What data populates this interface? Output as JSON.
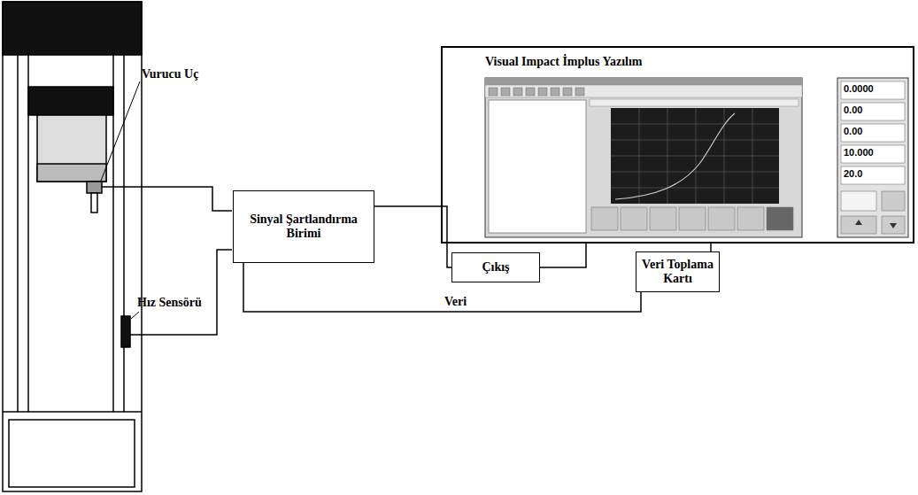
{
  "diagram": {
    "nodes": [
      {
        "text": [
          "Sinyal Şartlandırma Birimi"
        ]
      },
      {
        "text": [
          "Visual Impact İmplus Yazılım"
        ]
      },
      {
        "text": [
          "Çıkış"
        ]
      },
      {
        "text": [
          "Veri Toplama Kartı"
        ]
      }
    ],
    "edges": [
      {
        "from": 0,
        "to": 2,
        "arrow": "none"
      },
      {
        "from": 0,
        "to": 3,
        "label": "Veri",
        "arrow": "none"
      },
      {
        "from": 1,
        "to": 2,
        "arrow": "none"
      },
      {
        "from": 1,
        "to": 3,
        "arrow": "none"
      }
    ],
    "labels": [
      "Vurucu Uç",
      "Hız Sensörü",
      "0.0000",
      "0.00",
      "0.00",
      "10.000",
      "20.0"
    ]
  }
}
